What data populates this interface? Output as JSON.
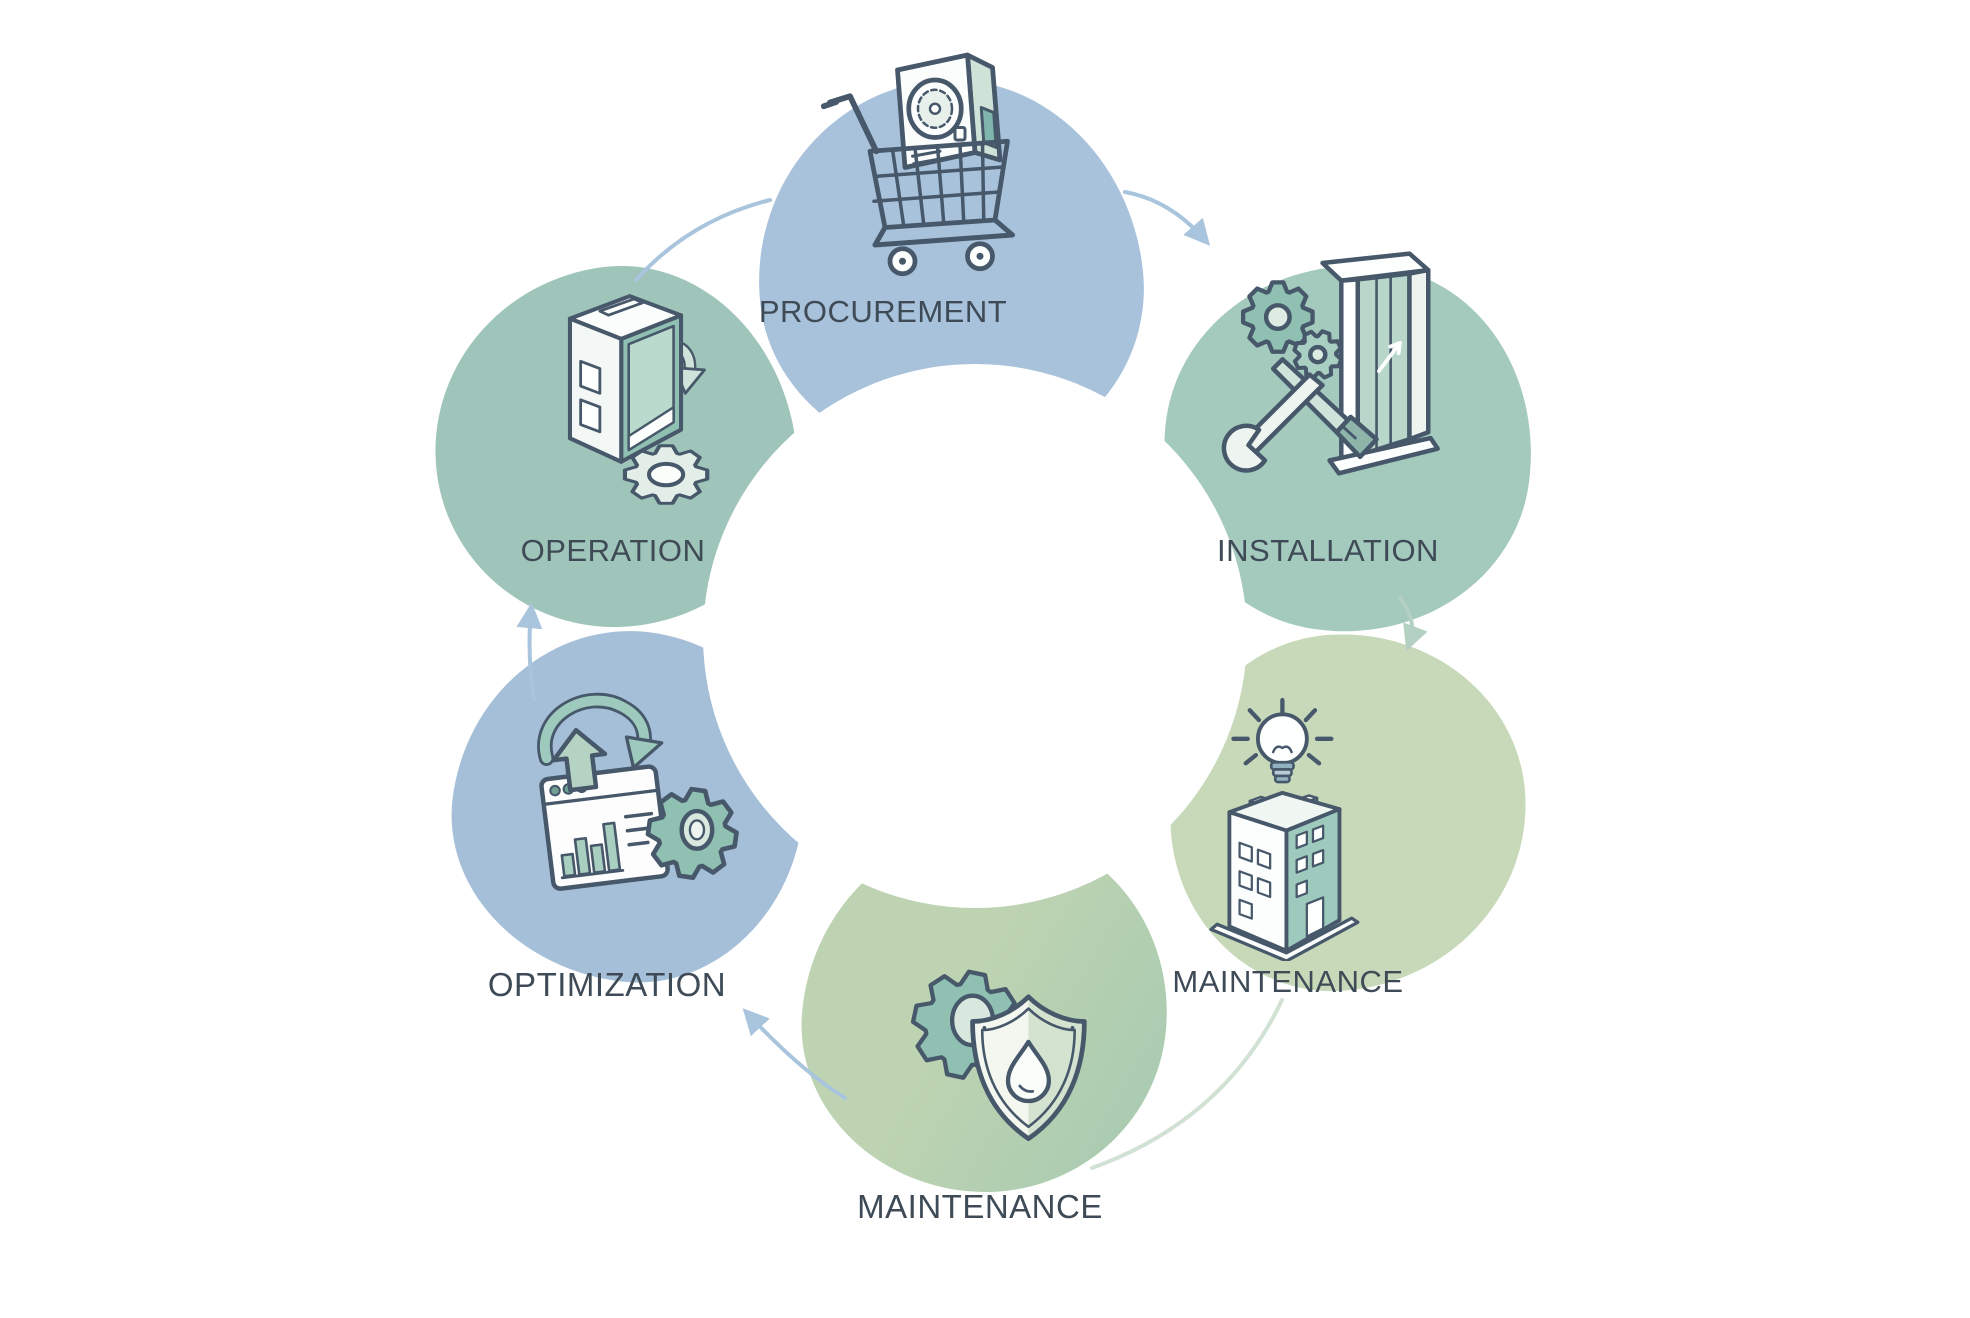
{
  "diagram": {
    "type": "cycle-infographic",
    "background_color": "#ffffff",
    "label_color": "#3e4a55",
    "arrow_colors": {
      "blue": "#a9c4dd",
      "green": "#b3d0c2",
      "green_faint": "#c9dccb"
    },
    "stages": [
      {
        "id": "procurement",
        "label": "PROCUREMENT",
        "position": "top",
        "blob_color": "#a8c2db",
        "icon": "shopping-cart-ac-unit-icon"
      },
      {
        "id": "installation",
        "label": "INSTALLATION",
        "position": "top-right",
        "blob_color": "#a4c9bd",
        "icon": "wrench-gears-door-frame-icon"
      },
      {
        "id": "maintenance-right",
        "label": "MAINTENANCE",
        "position": "right",
        "blob_color": "#c7d9b9",
        "icon": "lightbulb-building-icon"
      },
      {
        "id": "maintenance-bottom",
        "label": "MAINTENANCE",
        "position": "bottom",
        "blob_color": "#bdd3b1",
        "icon": "gear-shield-water-drop-icon"
      },
      {
        "id": "optimization",
        "label": "OPTIMIZATION",
        "position": "bottom-left",
        "blob_color": "#a5bfd9",
        "icon": "analytics-window-gear-arrow-icon"
      },
      {
        "id": "operation",
        "label": "OPERATION",
        "position": "top-left",
        "blob_color": "#9fc4b9",
        "icon": "machine-refresh-gear-icon"
      }
    ],
    "arrows": [
      {
        "from": "operation",
        "to": "procurement"
      },
      {
        "from": "procurement",
        "to": "installation"
      },
      {
        "from": "installation",
        "to": "maintenance-right"
      },
      {
        "from": "maintenance-right",
        "to": "maintenance-bottom"
      },
      {
        "from": "maintenance-bottom",
        "to": "optimization"
      },
      {
        "from": "optimization",
        "to": "operation"
      }
    ]
  }
}
